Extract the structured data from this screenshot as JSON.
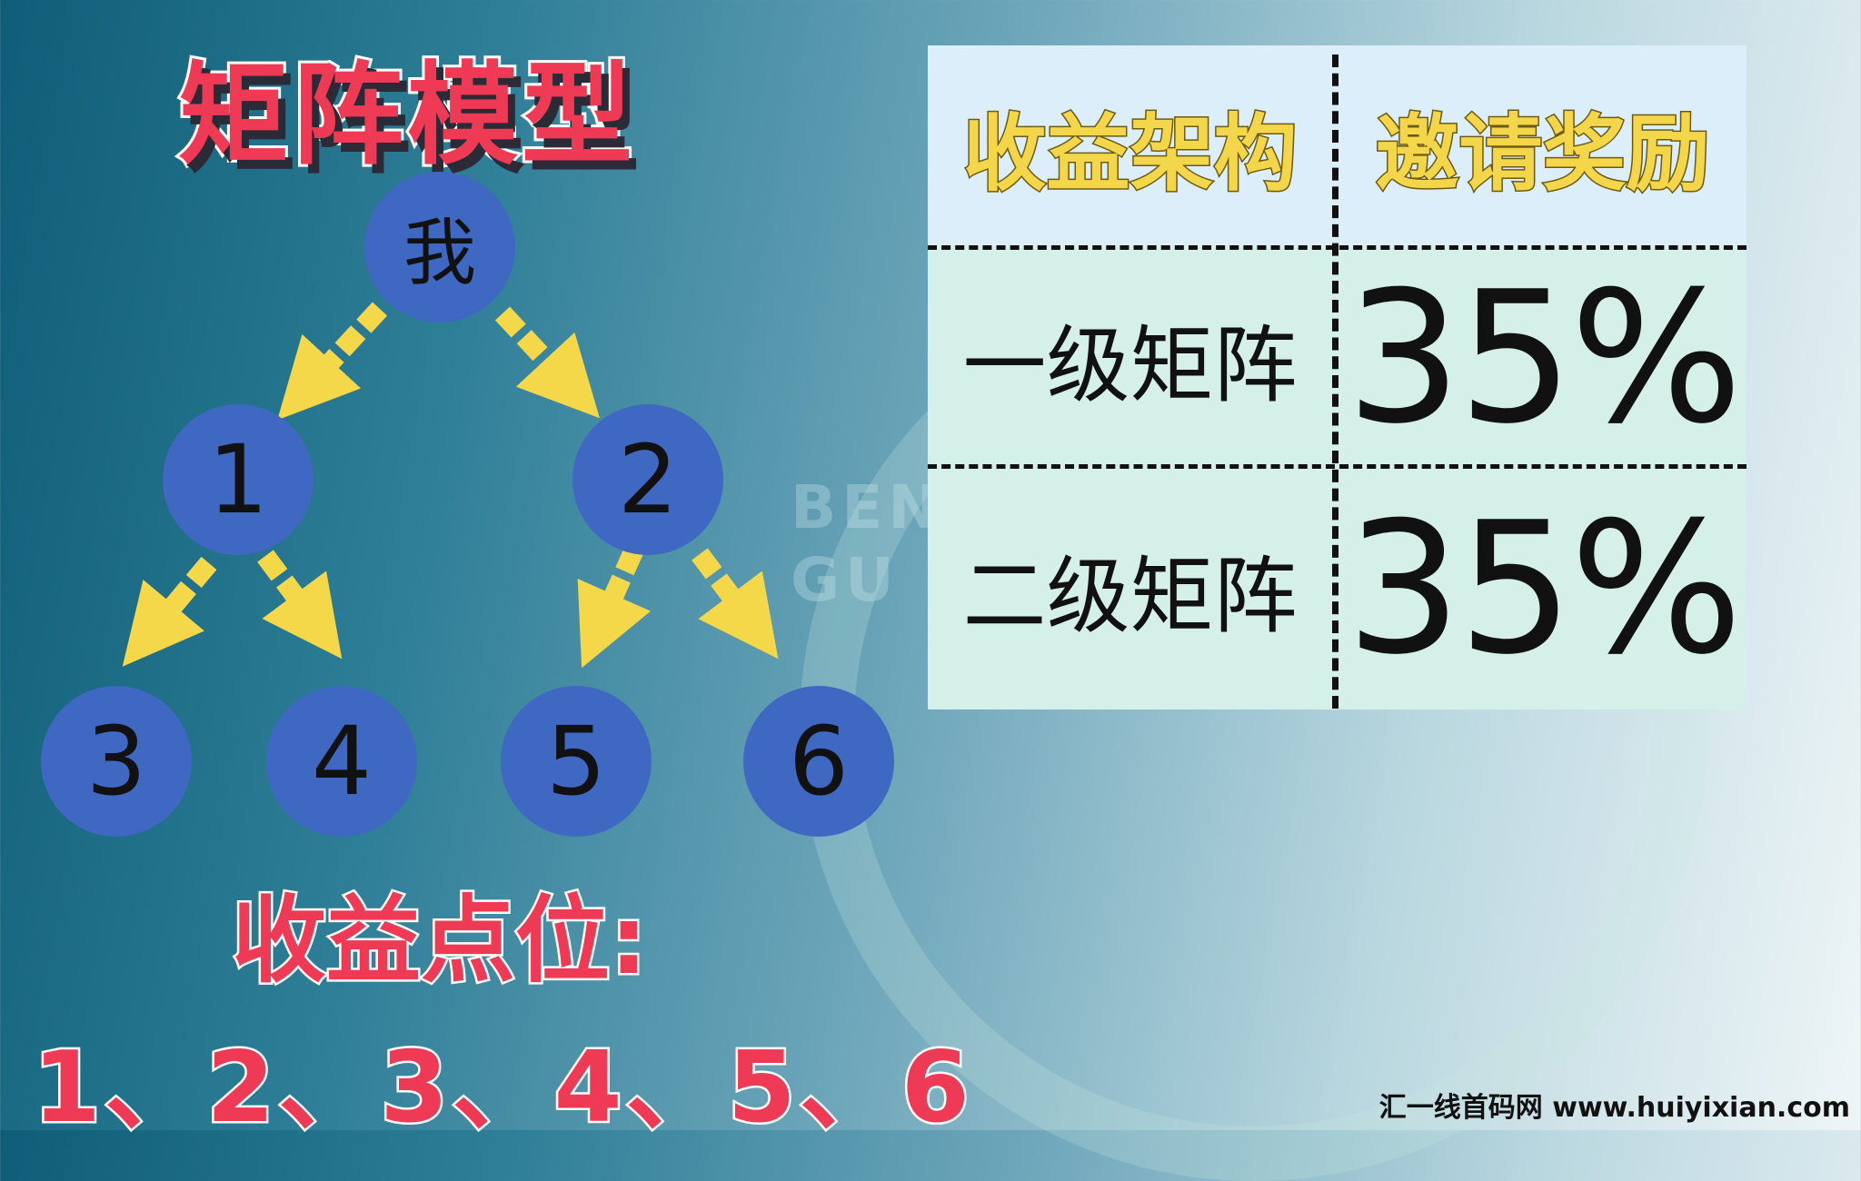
{
  "title": "矩阵模型",
  "watermark": {
    "line1": "BEN",
    "line2": "GU F"
  },
  "tree": {
    "root": "我",
    "level1": [
      "1",
      "2"
    ],
    "level2": [
      "3",
      "4",
      "5",
      "6"
    ],
    "node_color": "#3f68c2",
    "arrow_color": "#f5d84a"
  },
  "points_label": "收益点位:",
  "points_value": "1、2、3、4、5、6",
  "table": {
    "headers": [
      "收益架构",
      "邀请奖励"
    ],
    "rows": [
      {
        "label": "一级矩阵",
        "value": "35%"
      },
      {
        "label": "二级矩阵",
        "value": "35%"
      }
    ]
  },
  "footer": "汇一线首码网 www.huiyixian.com",
  "colors": {
    "accent_red": "#ef3a55",
    "header_yellow": "#f4d64a"
  }
}
